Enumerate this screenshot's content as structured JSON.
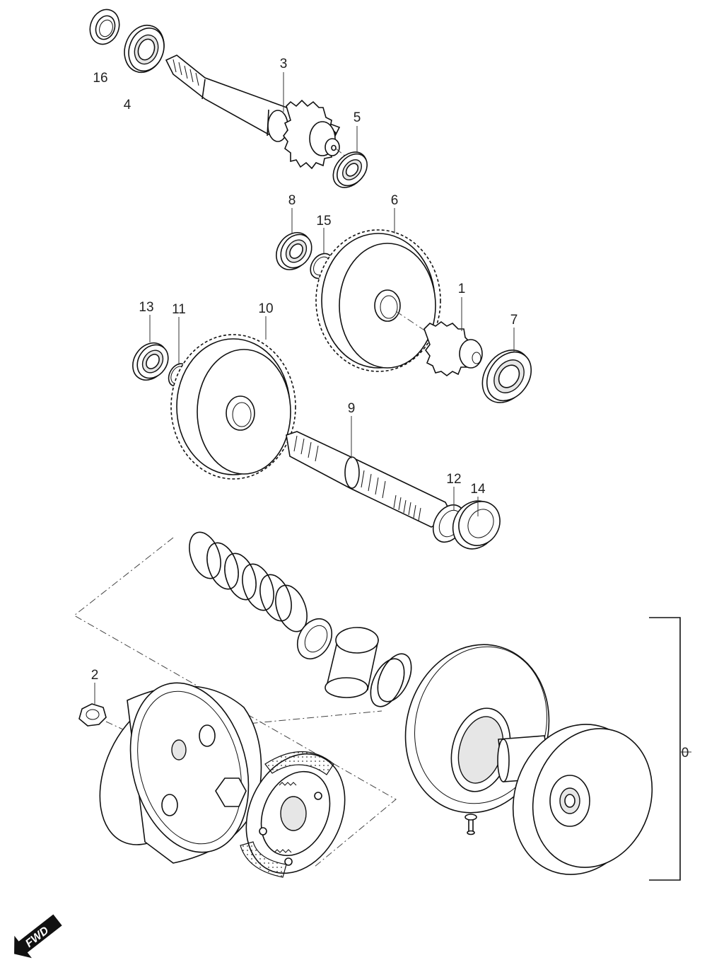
{
  "diagram": {
    "callouts": {
      "c0": "0",
      "c1": "1",
      "c2": "2",
      "c3": "3",
      "c4": "4",
      "c5": "5",
      "c6": "6",
      "c7": "7",
      "c8": "8",
      "c9": "9",
      "c10": "10",
      "c11": "11",
      "c12": "12",
      "c13": "13",
      "c14": "14",
      "c15": "15",
      "c16": "16"
    },
    "direction_label": "FWD"
  },
  "colors": {
    "line": "#111111",
    "background": "#ffffff",
    "arrow": "#111111"
  }
}
